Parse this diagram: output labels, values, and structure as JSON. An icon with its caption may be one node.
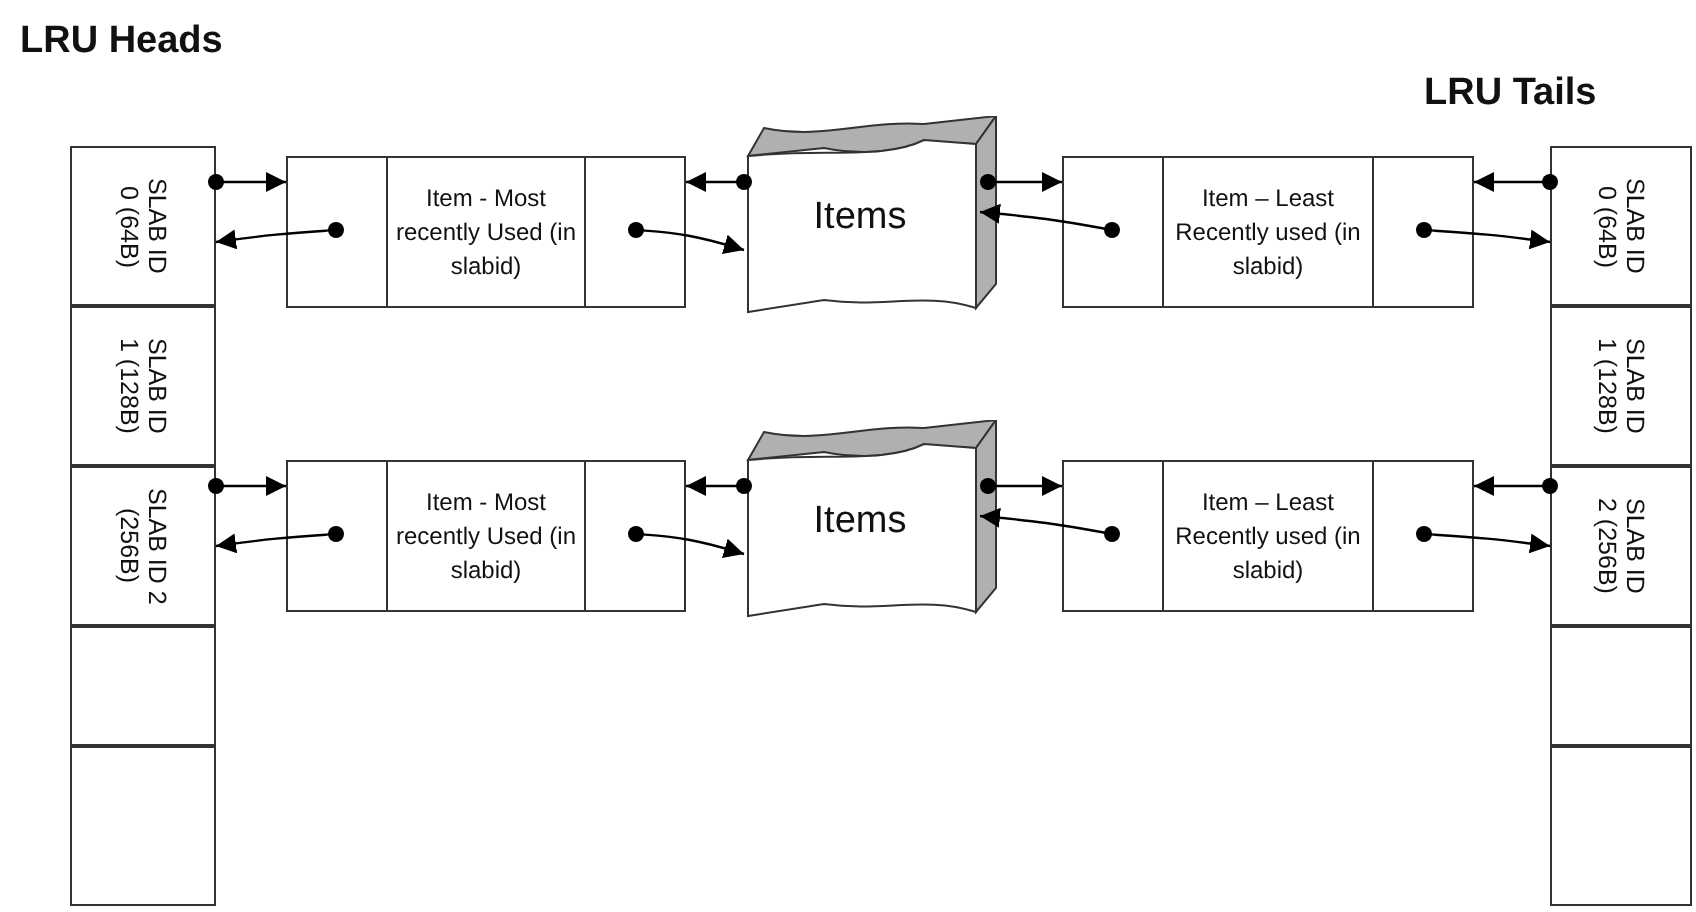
{
  "diagram": {
    "nodes": [
      {
        "text": [
          "SLAB ID 0 (64B)"
        ]
      },
      {
        "text": [
          "SLAB ID 1 (128B)"
        ]
      },
      {
        "text": [
          "SLAB ID 2 (256B)"
        ]
      },
      {
        "text": [],
        "shape": "box"
      },
      {
        "text": [],
        "shape": "box"
      },
      {
        "text": [
          "Item - Most recently Used (in slabid)"
        ]
      },
      {
        "text": [
          "Items"
        ]
      },
      {
        "text": [
          "Item – Least Recently used (in slabid)"
        ]
      },
      {
        "text": [
          "Item - Most recently Used (in slabid)"
        ]
      },
      {
        "text": [
          "Items"
        ]
      },
      {
        "text": [
          "Item – Least Recently used (in slabid)"
        ]
      },
      {
        "text": [
          "SLAB ID 0 (64B)"
        ]
      },
      {
        "text": [
          "SLAB ID 1 (128B)"
        ]
      },
      {
        "text": [
          "SLAB ID 2 (256B)"
        ]
      },
      {
        "text": [],
        "shape": "box"
      },
      {
        "text": [],
        "shape": "box"
      }
    ],
    "edges": [
      {
        "from": 0,
        "to": 5,
        "arrow": "to"
      },
      {
        "from": 5,
        "to": 0,
        "arrow": "to"
      },
      {
        "from": 6,
        "to": 5,
        "arrow": "to"
      },
      {
        "from": 5,
        "to": 6,
        "arrow": "to"
      },
      {
        "from": 6,
        "to": 7,
        "arrow": "to"
      },
      {
        "from": 7,
        "to": 6,
        "arrow": "to"
      },
      {
        "from": 11,
        "to": 7,
        "arrow": "to"
      },
      {
        "from": 7,
        "to": 11,
        "arrow": "to"
      },
      {
        "from": 2,
        "to": 8,
        "arrow": "to"
      },
      {
        "from": 8,
        "to": 2,
        "arrow": "to"
      },
      {
        "from": 9,
        "to": 8,
        "arrow": "to"
      },
      {
        "from": 8,
        "to": 9,
        "arrow": "to"
      },
      {
        "from": 9,
        "to": 10,
        "arrow": "to"
      },
      {
        "from": 10,
        "to": 9,
        "arrow": "to"
      },
      {
        "from": 13,
        "to": 10,
        "arrow": "to"
      },
      {
        "from": 10,
        "to": 13,
        "arrow": "to"
      }
    ],
    "labels": [
      "LRU Heads",
      "LRU Tails"
    ]
  }
}
